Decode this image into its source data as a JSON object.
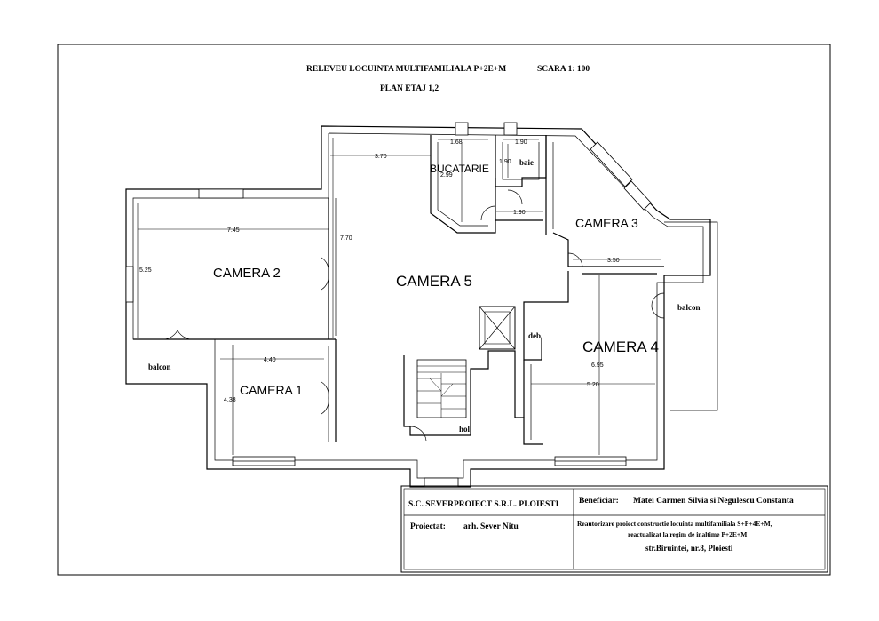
{
  "header": {
    "title": "RELEVEU LOCUINTA MULTIFAMILIALA P+2E+M",
    "scale": "SCARA 1: 100",
    "subtitle": "PLAN ETAJ 1,2"
  },
  "rooms": {
    "camera1": "CAMERA 1",
    "camera2": "CAMERA 2",
    "camera3": "CAMERA 3",
    "camera4": "CAMERA 4",
    "camera5": "CAMERA 5",
    "bucatarie": "BUCATARIE",
    "baie": "baie",
    "deb": "deb.",
    "hol": "hol",
    "balcon_left": "balcon",
    "balcon_right": "balcon"
  },
  "dimensions": {
    "d_3_70": "3.70",
    "d_1_68": "1.68",
    "d_1_90_top": "1.90",
    "d_1_90_side": "1.90",
    "d_1_90_bottom": "1.90",
    "d_2_99": "2.99",
    "d_7_45": "7.45",
    "d_5_25": "5.25",
    "d_7_70": "7.70",
    "d_3_50": "3.50",
    "d_4_40": "4.40",
    "d_4_38": "4.38",
    "d_6_95": "6.95",
    "d_5_20": "5.20"
  },
  "title_block": {
    "company": "S.C. SEVERPROIECT S.R.L. PLOIESTI",
    "beneficiar_label": "Beneficiar:",
    "beneficiar": "Matei Carmen Silvia si Negulescu Constanta",
    "proiectat_label": "Proiectat:",
    "proiectat": "arh. Sever Nitu",
    "project_line1": "Reautorizare proiect constructie locuinta multifamiliala S+P+4E+M,",
    "project_line2": "reactualizat la regim de inaltime P+2E+M",
    "address": "str.Biruintei, nr.8, Ploiesti"
  }
}
